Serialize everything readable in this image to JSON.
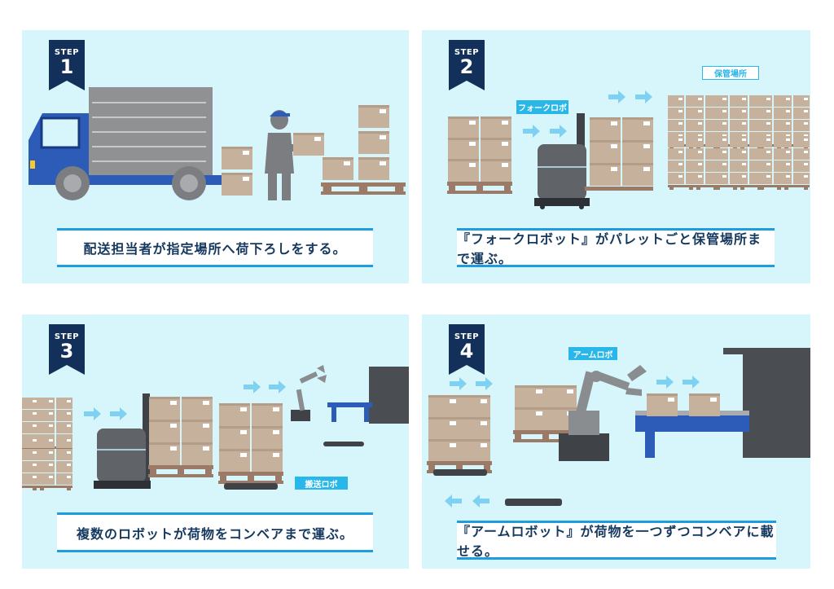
{
  "step_label": "STEP",
  "colors": {
    "panel_bg": "#d7f6fb",
    "step_badge": "#12305a",
    "caption_border": "#1f9be0",
    "caption_text": "#15385e",
    "arrow": "#7fd1f2",
    "box": "#c6b19c",
    "pallet": "#9b7b68",
    "robot": "#555a60",
    "truck_cab": "#2d5bb8"
  },
  "steps": [
    {
      "number": "1",
      "caption": "配送担当者が指定場所へ荷下ろしをする。",
      "tags": []
    },
    {
      "number": "2",
      "caption": "『フォークロボット』がパレットごと保管場所まで運ぶ。",
      "tags": [
        "フォークロボ",
        "保管場所"
      ]
    },
    {
      "number": "3",
      "caption": "複数のロボットが荷物をコンベアまで運ぶ。",
      "tags": [
        "搬送ロボ"
      ]
    },
    {
      "number": "4",
      "caption": "『アームロボット』が荷物を一つずつコンベアに載せる。",
      "tags": [
        "アームロボ"
      ]
    }
  ]
}
